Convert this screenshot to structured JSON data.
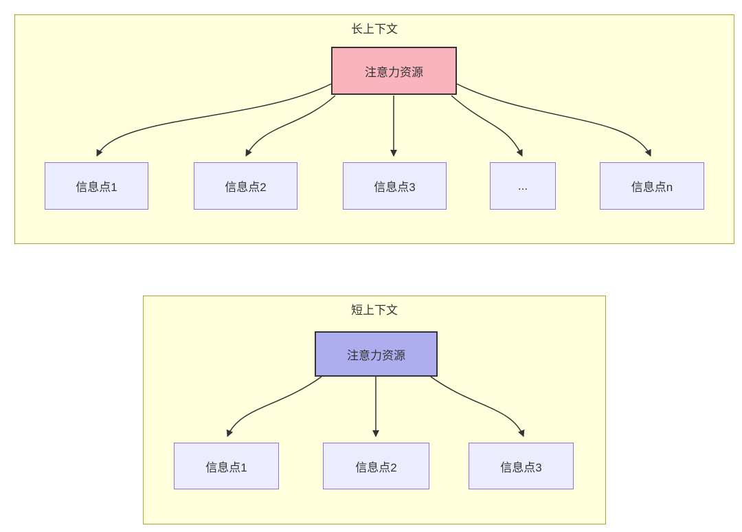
{
  "diagram": {
    "type": "flowchart",
    "description": "Comparison of attention resource allocation between long context and short context"
  },
  "colors": {
    "cluster-fill": "#ffffde",
    "cluster-border": "#aaaa33",
    "attention-long-fill": "#f9b4bd",
    "attention-short-fill": "#aeaeee",
    "node-dark-border": "#333333",
    "info-fill": "#ececff",
    "info-border": "#9370db",
    "edge": "#333333",
    "text": "#333333"
  },
  "long_context": {
    "title": "长上下文",
    "attention": {
      "label": "注意力资源"
    },
    "items": [
      {
        "label": "信息点1"
      },
      {
        "label": "信息点2"
      },
      {
        "label": "信息点3"
      },
      {
        "label": "..."
      },
      {
        "label": "信息点n"
      }
    ]
  },
  "short_context": {
    "title": "短上下文",
    "attention": {
      "label": "注意力资源"
    },
    "items": [
      {
        "label": "信息点1"
      },
      {
        "label": "信息点2"
      },
      {
        "label": "信息点3"
      }
    ]
  }
}
